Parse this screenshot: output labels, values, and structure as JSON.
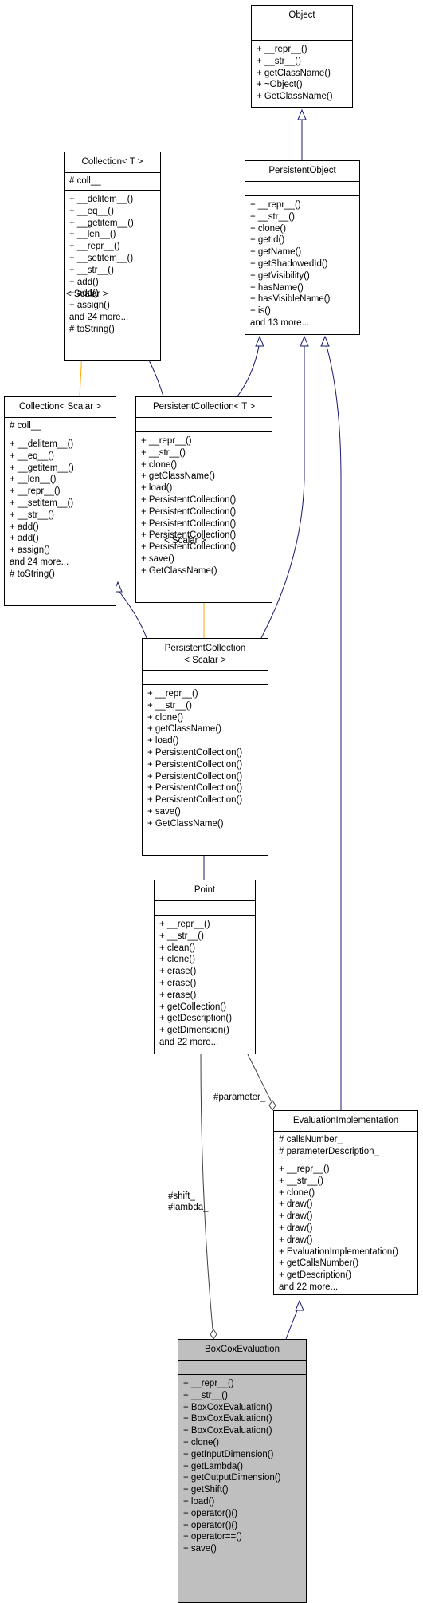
{
  "classes": {
    "object": {
      "name": [
        "Object"
      ],
      "attributes": [],
      "operations": [
        "+ __repr__()",
        "+ __str__()",
        "+ getClassName()",
        "+ ~Object()",
        "+ GetClassName()"
      ]
    },
    "persistent_object": {
      "name": [
        "PersistentObject"
      ],
      "attributes": [],
      "operations": [
        "+ __repr__()",
        "+ __str__()",
        "+ clone()",
        "+ getId()",
        "+ getName()",
        "+ getShadowedId()",
        "+ getVisibility()",
        "+ hasName()",
        "+ hasVisibleName()",
        "+ is()",
        "and 13 more..."
      ]
    },
    "collection_t": {
      "name": [
        "Collection< T >"
      ],
      "attributes": [
        "# coll__"
      ],
      "operations": [
        "+ __delitem__()",
        "+ __eq__()",
        "+ __getitem__()",
        "+ __len__()",
        "+ __repr__()",
        "+ __setitem__()",
        "+ __str__()",
        "+ add()",
        "+ add()",
        "+ assign()",
        "and 24 more...",
        "# toString()"
      ]
    },
    "collection_scalar": {
      "name": [
        "Collection< Scalar >"
      ],
      "attributes": [
        "# coll__"
      ],
      "operations": [
        "+ __delitem__()",
        "+ __eq__()",
        "+ __getitem__()",
        "+ __len__()",
        "+ __repr__()",
        "+ __setitem__()",
        "+ __str__()",
        "+ add()",
        "+ add()",
        "+ assign()",
        "and 24 more...",
        "# toString()"
      ]
    },
    "persistent_collection_t": {
      "name": [
        "PersistentCollection< T >"
      ],
      "attributes": [],
      "operations": [
        "+ __repr__()",
        "+ __str__()",
        "+ clone()",
        "+ getClassName()",
        "+ load()",
        "+ PersistentCollection()",
        "+ PersistentCollection()",
        "+ PersistentCollection()",
        "+ PersistentCollection()",
        "+ PersistentCollection()",
        "+ save()",
        "+ GetClassName()"
      ]
    },
    "persistent_collection_scalar": {
      "name": [
        "PersistentCollection",
        "< Scalar >"
      ],
      "attributes": [],
      "operations": [
        "+ __repr__()",
        "+ __str__()",
        "+ clone()",
        "+ getClassName()",
        "+ load()",
        "+ PersistentCollection()",
        "+ PersistentCollection()",
        "+ PersistentCollection()",
        "+ PersistentCollection()",
        "+ PersistentCollection()",
        "+ save()",
        "+ GetClassName()"
      ]
    },
    "point": {
      "name": [
        "Point"
      ],
      "attributes": [],
      "operations": [
        "+ __repr__()",
        "+ __str__()",
        "+ clean()",
        "+ clone()",
        "+ erase()",
        "+ erase()",
        "+ erase()",
        "+ getCollection()",
        "+ getDescription()",
        "+ getDimension()",
        "and 22 more..."
      ]
    },
    "evaluation_implementation": {
      "name": [
        "EvaluationImplementation"
      ],
      "attributes": [
        "# callsNumber_",
        "# parameterDescription_"
      ],
      "operations": [
        "+ __repr__()",
        "+ __str__()",
        "+ clone()",
        "+ draw()",
        "+ draw()",
        "+ draw()",
        "+ draw()",
        "+ EvaluationImplementation()",
        "+ getCallsNumber()",
        "+ getDescription()",
        "and 22 more..."
      ]
    },
    "box_cox_evaluation": {
      "name": [
        "BoxCoxEvaluation"
      ],
      "attributes": [],
      "operations": [
        "+ __repr__()",
        "+ __str__()",
        "+ BoxCoxEvaluation()",
        "+ BoxCoxEvaluation()",
        "+ BoxCoxEvaluation()",
        "+ clone()",
        "+ getInputDimension()",
        "+ getLambda()",
        "+ getOutputDimension()",
        "+ getShift()",
        "+ load()",
        "+ operator()()",
        "+ operator()()",
        "+ operator==()",
        "+ save()"
      ]
    }
  },
  "edge_labels": {
    "template_scalar_1": "< Scalar >",
    "template_scalar_2": "< Scalar >",
    "parameter": "#parameter_",
    "shift_lambda": "#shift_\n#lambda_"
  },
  "colors": {
    "inheritance": "#191970",
    "template": "#ffa500",
    "association": "#404040",
    "highlight_fill": "#bfbfbf"
  }
}
